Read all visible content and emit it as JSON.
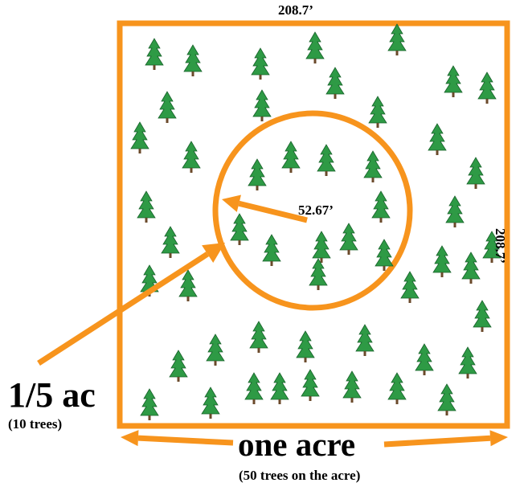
{
  "labels": {
    "top_dimension": "208.7’",
    "side_dimension": "208.7’",
    "radius": "52.67’",
    "plot_area": "1/5 ac",
    "plot_trees": "(10 trees)",
    "acre_area": "one acre",
    "acre_trees": "(50 trees on the acre)"
  },
  "colors": {
    "outline": "#f7941d",
    "tree_green": "#2e9a45",
    "tree_dark": "#17612a",
    "trunk": "#6b4a2b"
  },
  "icons": {
    "tree": "pine-tree-icon"
  }
}
